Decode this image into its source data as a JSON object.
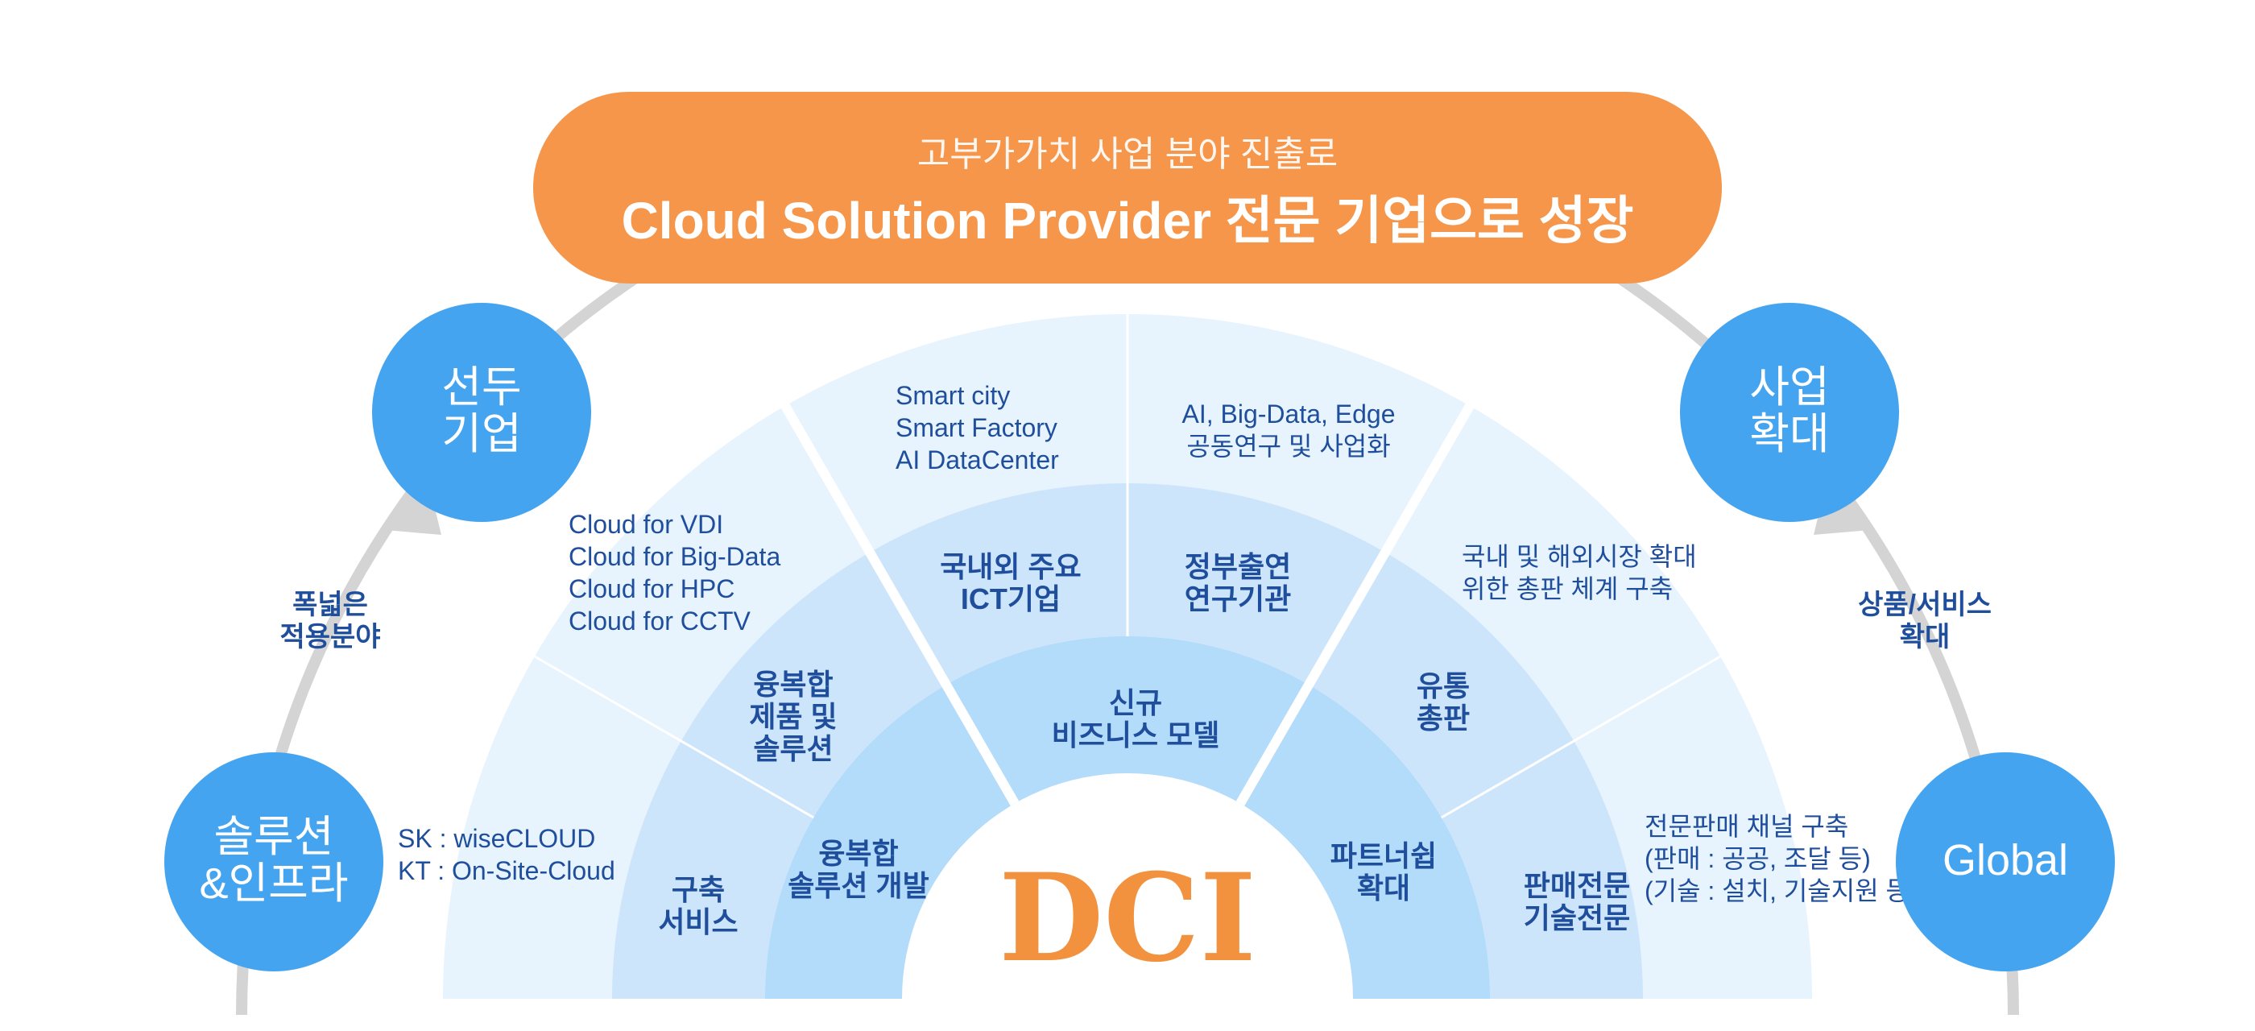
{
  "colors": {
    "banner": "#f5964a",
    "circle": "#45a4ef",
    "arc": "#d4d4d4",
    "ring_inner": "#b3dbfa",
    "ring_mid": "#cde5fb",
    "ring_outer": "#e7f3fd",
    "text_blue": "#1f4e9c",
    "logo": "#f2913e"
  },
  "banner": {
    "subtitle": "고부가가치 사업 분야 진출로",
    "title": "Cloud Solution Provider 전문 기업으로 성장"
  },
  "circles": [
    {
      "id": "leading",
      "lines": [
        "선두",
        "기업"
      ]
    },
    {
      "id": "expand",
      "lines": [
        "사업",
        "확대"
      ]
    },
    {
      "id": "solution",
      "lines": [
        "솔루션",
        "&인프라"
      ]
    },
    {
      "id": "global",
      "lines": [
        "Global"
      ]
    }
  ],
  "arc_labels": {
    "left": [
      "폭넓은",
      "적용분야"
    ],
    "right": [
      "상품/서비스",
      "확대"
    ]
  },
  "logo": "DCI",
  "inner_ring": [
    {
      "lines": [
        "융복합",
        "솔루션 개발"
      ]
    },
    {
      "lines": [
        "신규",
        "비즈니스 모델"
      ]
    },
    {
      "lines": [
        "파트너쉽",
        "확대"
      ]
    }
  ],
  "middle_ring": [
    {
      "lines": [
        "구축",
        "서비스"
      ]
    },
    {
      "lines": [
        "융복합",
        "제품 및",
        "솔루션"
      ]
    },
    {
      "lines": [
        "국내외 주요",
        "ICT기업"
      ]
    },
    {
      "lines": [
        "정부출연",
        "연구기관"
      ]
    },
    {
      "lines": [
        "유통",
        "총판"
      ]
    },
    {
      "lines": [
        "판매전문",
        "기술전문"
      ]
    }
  ],
  "outer_ring": [
    {
      "lines": [
        "SK : wiseCLOUD",
        "KT : On-Site-Cloud"
      ]
    },
    {
      "lines": [
        "Cloud for VDI",
        "Cloud for Big-Data",
        "Cloud for HPC",
        "Cloud for CCTV"
      ]
    },
    {
      "lines": [
        "Smart city",
        "Smart Factory",
        "AI DataCenter"
      ]
    },
    {
      "lines": [
        "AI, Big-Data, Edge",
        "공동연구 및 사업화"
      ]
    },
    {
      "lines": [
        "국내 및 해외시장 확대",
        "위한 총판 체계 구축"
      ]
    },
    {
      "lines": [
        "전문판매 채널 구축",
        "(판매 : 공공, 조달 등)",
        "(기술 : 설치, 기술지원 등)"
      ]
    }
  ]
}
